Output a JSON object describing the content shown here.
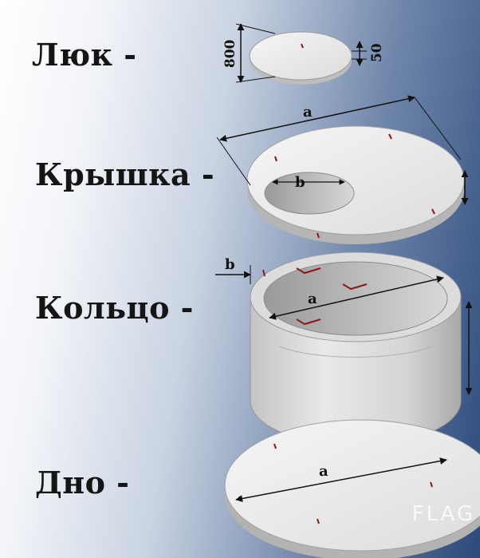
{
  "labels": {
    "luk": "Люк -",
    "kryshka": "Крышка -",
    "koltso": "Кольцо -",
    "dno": "Дно -"
  },
  "dimensions": {
    "hatch_diameter": "800",
    "hatch_thickness": "50",
    "cover_outer": "a",
    "cover_hole": "b",
    "ring_wall": "b",
    "ring_diameter": "a",
    "bottom_diameter": "a"
  },
  "watermark": "FLAG",
  "colors": {
    "concrete": "#e6e6e6",
    "concrete_edge": "#b9b9b9",
    "rebar": "#8a1a1a",
    "background_dark": "#2d4a7c"
  }
}
